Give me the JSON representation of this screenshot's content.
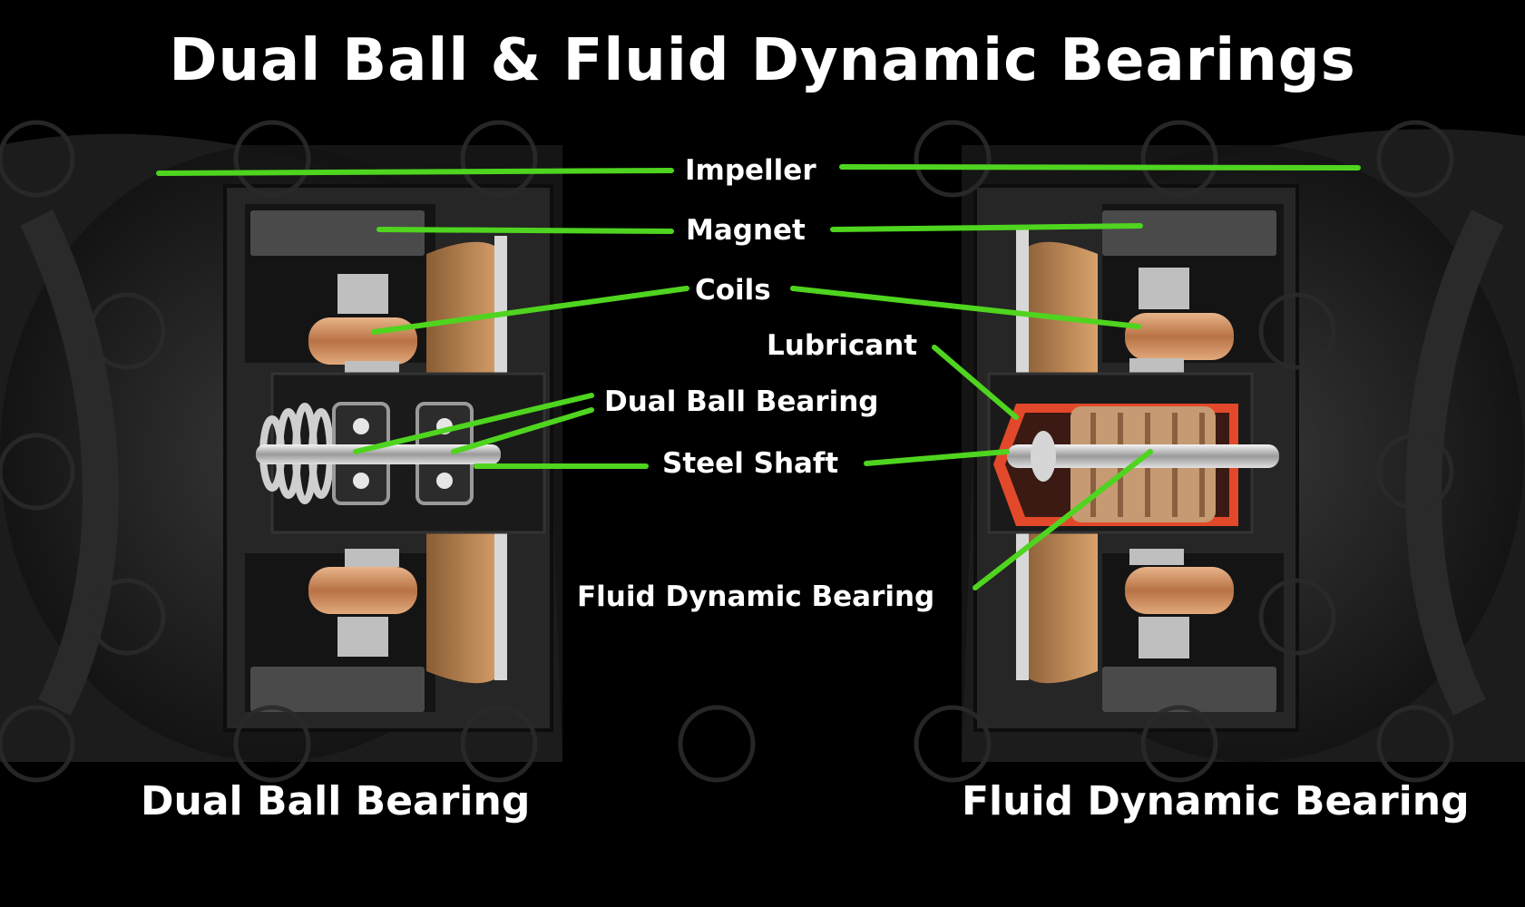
{
  "title": "Dual Ball & Fluid Dynamic Bearings",
  "captions": {
    "left": "Dual Ball Bearing",
    "right": "Fluid Dynamic Bearing"
  },
  "labels": {
    "impeller": "Impeller",
    "magnet": "Magnet",
    "coils": "Coils",
    "lubricant": "Lubricant",
    "dual_ball_bearing": "Dual Ball Bearing",
    "steel_shaft": "Steel Shaft",
    "fluid_dynamic_bearing": "Fluid Dynamic Bearing"
  },
  "colors": {
    "background": "#000000",
    "leader_line": "#4fd41f",
    "text": "#ffffff",
    "housing": "#1e1e1e",
    "magnet": "#4a4a4a",
    "copper": "#c98a5a",
    "lubricant": "#e2492a",
    "impeller_tan": "#b8824f"
  },
  "icons": {
    "watermark": "cb-logo-watermark"
  }
}
